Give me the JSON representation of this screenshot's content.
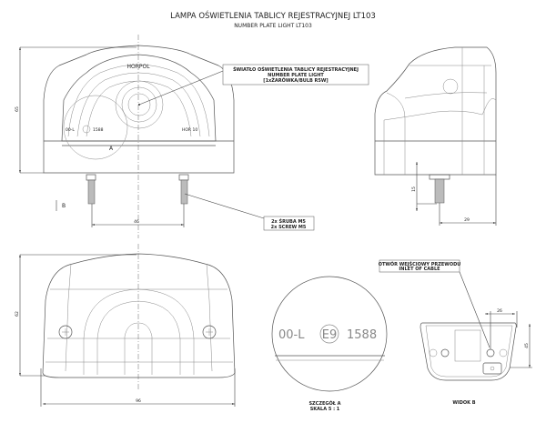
{
  "title": "LAMPA OŚWIETLENIA TABLICY REJESTRACYJNEJ LT103",
  "subtitle": "NUMBER PLATE LIGHT LT103",
  "front_view": {
    "brand_embossing": "HORPOL",
    "marking_left": "00-L",
    "marking_number": "1588",
    "marking_right": "HOR 10",
    "detail_label": "A",
    "view_label": "B",
    "dim_height": "65",
    "dim_studs": "46"
  },
  "callouts": {
    "lamp_line1": "ŚWIATŁO OŚWIETLENIA TABLICY REJESTRACYJNEJ",
    "lamp_line2": "NUMBER PLATE LIGHT",
    "lamp_line3": "[1xŻARÓWKA/BULB R5W]",
    "screw_line1": "2x ŚRUBA M5",
    "screw_line2": "2x SCREW M5",
    "cable_line1": "OTWÓR WEJŚCIOWY PRZEWODU",
    "cable_line2": "INLET OF CABLE"
  },
  "side_view": {
    "dim_stud": "15",
    "dim_depth": "29"
  },
  "bottom_view": {
    "dim_height": "62",
    "dim_width": "96"
  },
  "detail_a": {
    "marking_left": "00-L",
    "e_mark": "E9",
    "marking_number": "1588",
    "caption_line1": "SZCZEGÓŁ A",
    "caption_line2": "SKALA 5 : 1"
  },
  "view_b": {
    "dim_width": "26",
    "dim_height": "45",
    "caption": "WIDOK B"
  }
}
